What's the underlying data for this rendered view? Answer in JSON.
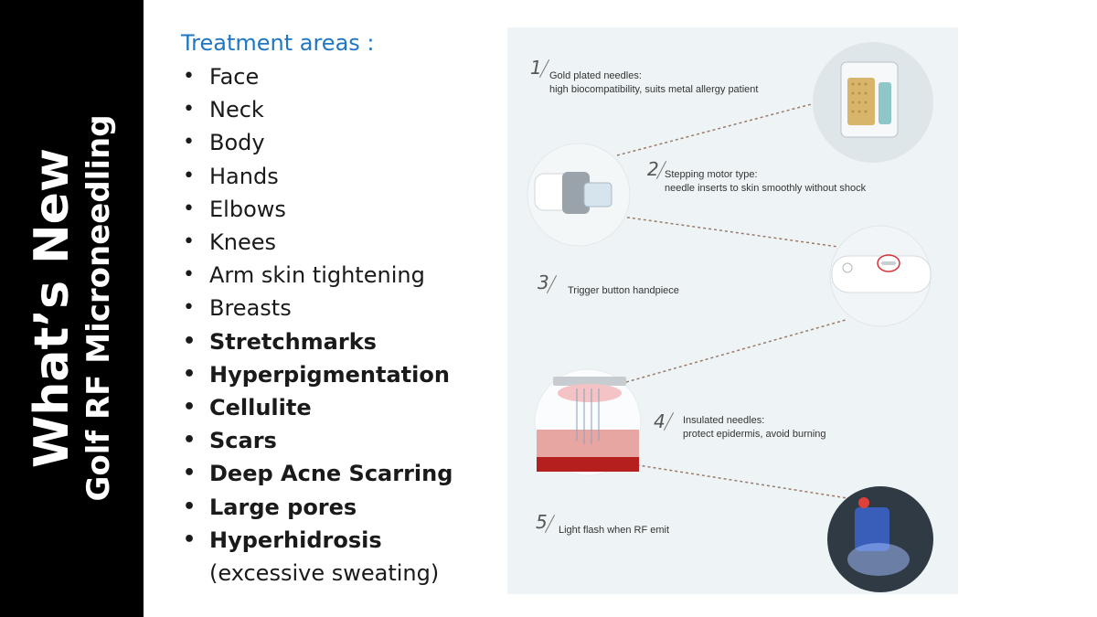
{
  "sidebar": {
    "title": "What’s New",
    "subtitle": "Golf RF Microneedling"
  },
  "treatments": {
    "heading": "Treatment areas :",
    "items": [
      {
        "label": "Face",
        "bold": false
      },
      {
        "label": "Neck",
        "bold": false
      },
      {
        "label": "Body",
        "bold": false
      },
      {
        "label": "Hands",
        "bold": false
      },
      {
        "label": "Elbows",
        "bold": false
      },
      {
        "label": "Knees",
        "bold": false
      },
      {
        "label": "Arm skin tightening",
        "bold": false
      },
      {
        "label": "Breasts",
        "bold": false
      },
      {
        "label": "Stretchmarks",
        "bold": true
      },
      {
        "label": "Hyperpigmentation",
        "bold": true
      },
      {
        "label": "Cellulite",
        "bold": true
      },
      {
        "label": "Scars",
        "bold": true
      },
      {
        "label": "Deep Acne Scarring",
        "bold": true
      },
      {
        "label": "Large pores",
        "bold": true
      },
      {
        "label": "Hyperhidrosis",
        "bold": true,
        "sub": "(excessive sweating)"
      }
    ]
  },
  "features": {
    "f1": {
      "num": "1",
      "line1": "Gold plated needles:",
      "line2": "high biocompatibility, suits metal allergy patient"
    },
    "f2": {
      "num": "2",
      "line1": "Stepping motor type:",
      "line2": "needle inserts to skin smoothly without shock"
    },
    "f3": {
      "num": "3",
      "line1": "Trigger button handpiece"
    },
    "f4": {
      "num": "4",
      "line1": "Insulated needles:",
      "line2": "protect epidermis, avoid burning"
    },
    "f5": {
      "num": "5",
      "line1": "Light flash when RF emit"
    }
  },
  "colors": {
    "heading": "#1f77c2",
    "sidebar": "#000000",
    "panel": "#eef4f6"
  }
}
